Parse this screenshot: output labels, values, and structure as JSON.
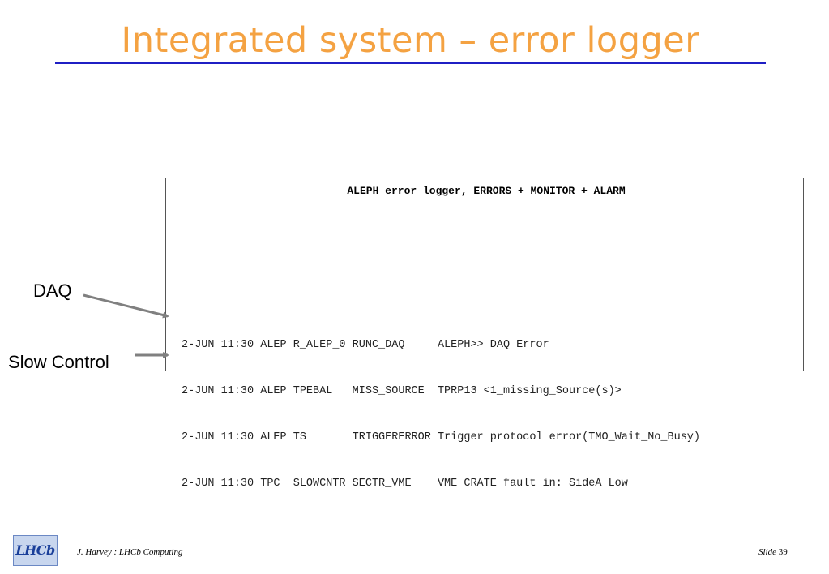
{
  "slide": {
    "title": "Integrated system – error logger"
  },
  "logger": {
    "heading": "ALEPH error logger, ERRORS + MONITOR + ALARM",
    "lines": [
      "2-JUN 11:30 ALEP R_ALEP_0 RUNC_DAQ     ALEPH>> DAQ Error",
      "2-JUN 11:30 ALEP TPEBAL   MISS_SOURCE  TPRP13 <1_missing_Source(s)>",
      "2-JUN 11:30 ALEP TS       TRIGGERERROR Trigger protocol error(TMO_Wait_No_Busy)",
      "2-JUN 11:30 TPC  SLOWCNTR SECTR_VME    VME CRATE fault in: SideA Low"
    ]
  },
  "labels": {
    "daq": "DAQ",
    "slow_control": "Slow Control"
  },
  "footer": {
    "author": "J. Harvey : LHCb Computing",
    "slide_word": "Slide",
    "slide_number": "39",
    "logo_text": "LHCb",
    "logo_icon": "lhcb-logo-icon"
  },
  "colors": {
    "title": "#f4a242",
    "rule": "#1f1fc4",
    "arrow": "#808080"
  }
}
